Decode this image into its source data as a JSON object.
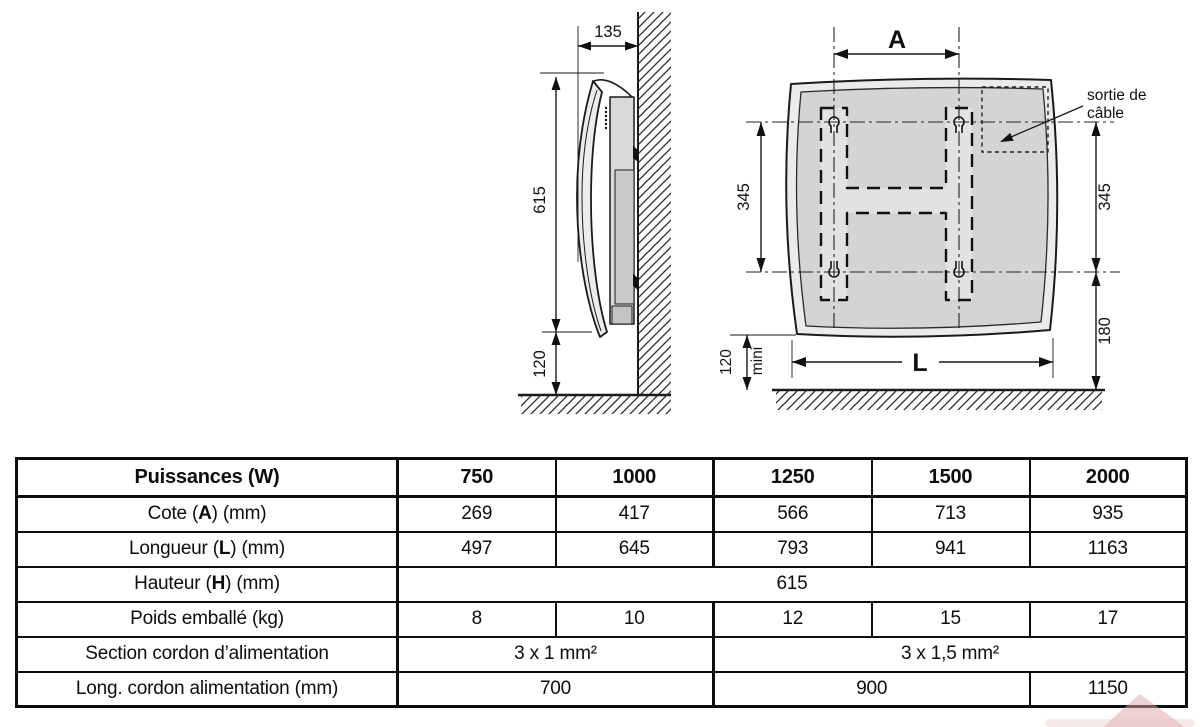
{
  "colors": {
    "line": "#1a1a1a",
    "panel_fill": "#d4d4d4",
    "watermark": "#e0a9a9"
  },
  "diagram": {
    "side_view": {
      "dim_width": "135",
      "dim_height": "615",
      "dim_floor": "120"
    },
    "rear_view": {
      "dim_a": "A",
      "dim_l": "L",
      "dim_left_345": "345",
      "dim_right_345": "345",
      "dim_right_180": "180",
      "dim_gap": "120",
      "dim_gap_note": "mini",
      "cable_label_1": "sortie de",
      "cable_label_2": "câble"
    }
  },
  "table": {
    "header": {
      "label": {
        "pre": "Puissances (",
        "key": "W",
        "post": ")"
      },
      "values": [
        "750",
        "1000",
        "1250",
        "1500",
        "2000"
      ]
    },
    "rows": [
      {
        "label": {
          "pre": "Cote (",
          "key": "A",
          "post": ") (mm)"
        },
        "values": [
          "269",
          "417",
          "566",
          "713",
          "935"
        ]
      },
      {
        "label": {
          "pre": "Longueur (",
          "key": "L",
          "post": ") (mm)"
        },
        "values": [
          "497",
          "645",
          "793",
          "941",
          "1163"
        ]
      },
      {
        "label": {
          "pre": "Hauteur (",
          "key": "H",
          "post": ") (mm)"
        },
        "values": [
          "615"
        ]
      },
      {
        "label": {
          "pre": "Poids emballé (kg)",
          "key": "",
          "post": ""
        },
        "values": [
          "8",
          "10",
          "12",
          "15",
          "17"
        ]
      },
      {
        "label": {
          "pre": "Section cordon d’alimentation",
          "key": "",
          "post": ""
        },
        "values": [
          "3 x 1 mm²",
          "3 x 1,5 mm²"
        ]
      },
      {
        "label": {
          "pre": "Long. cordon alimentation (mm)",
          "key": "",
          "post": ""
        },
        "values": [
          "700",
          "900",
          "1150"
        ]
      }
    ]
  }
}
